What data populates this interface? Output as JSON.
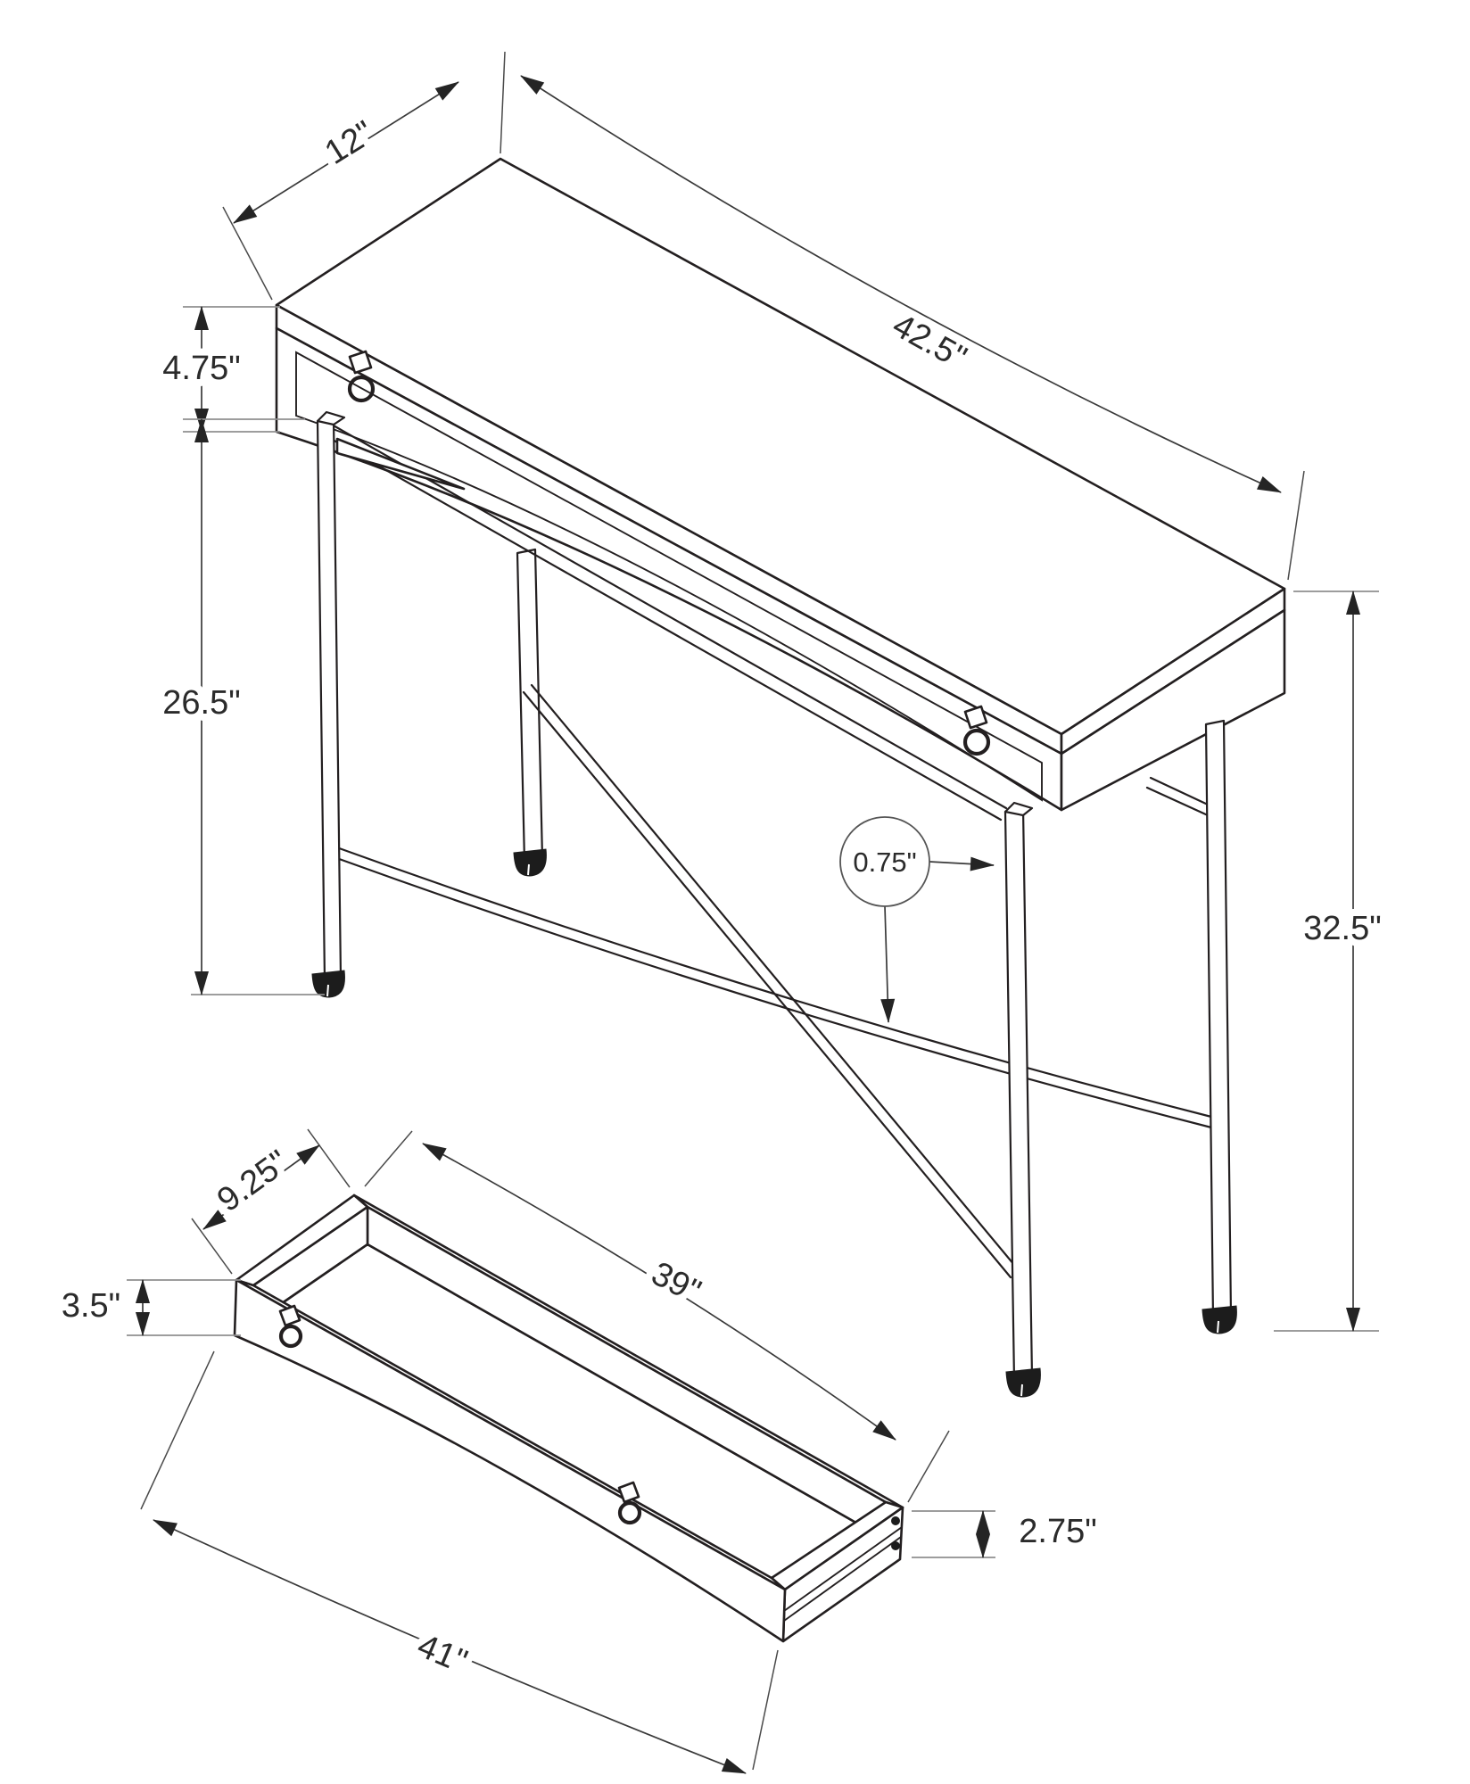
{
  "page": {
    "title": "Console table dimension diagram",
    "background": "#ffffff"
  },
  "colors": {
    "line": "#231f20",
    "witness_tick": "#8f8f8f",
    "dimension_line": "#3a3a3a",
    "label_text": "#2b2b2b",
    "foot_cap": "#1c1c1c"
  },
  "views": {
    "table": {
      "name": "console table isometric view"
    },
    "drawer": {
      "name": "drawer isometric view"
    }
  },
  "dimensions": {
    "table_depth": {
      "label": "12\""
    },
    "table_length": {
      "label": "42.5\""
    },
    "apron_height": {
      "label": "4.75\""
    },
    "leg_clearance": {
      "label": "26.5\""
    },
    "total_height": {
      "label": "32.5\""
    },
    "tube_size": {
      "label": "0.75\""
    },
    "drawer_depth": {
      "label": "9.25\""
    },
    "drawer_inner_length": {
      "label": "39\""
    },
    "drawer_front_height": {
      "label": "3.5\""
    },
    "drawer_outer_length": {
      "label": "41\""
    },
    "drawer_side_height": {
      "label": "2.75\""
    }
  }
}
